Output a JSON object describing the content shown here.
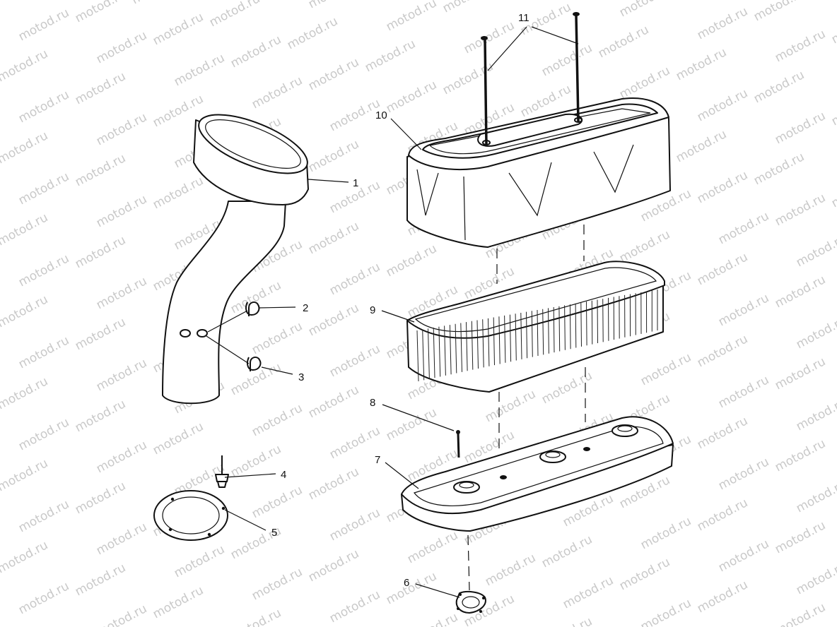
{
  "watermark": {
    "text": "motod.ru"
  },
  "callouts": {
    "c1": "1",
    "c2": "2",
    "c3": "3",
    "c4": "4",
    "c5": "5",
    "c6": "6",
    "c7": "7",
    "c8": "8",
    "c9": "9",
    "c10": "10",
    "c11": "11"
  },
  "colors": {
    "line": "#111111",
    "background": "#ffffff",
    "watermark": "#c9c9c9"
  }
}
